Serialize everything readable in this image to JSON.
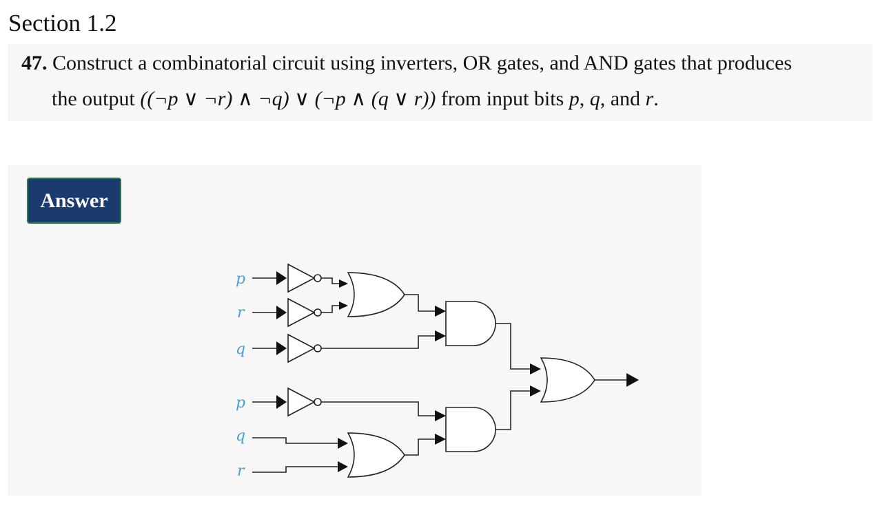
{
  "section": {
    "title": "Section 1.2"
  },
  "problem": {
    "number": "47.",
    "line1_text": "Construct a combinatorial circuit using inverters, OR gates, and AND gates that produces",
    "line2_prefix": "the output ",
    "expression": "((¬p ∨ ¬r) ∧ ¬q)  ∨ (¬p ∧ (q ∨ r))",
    "line2_suffix": " from input bits ",
    "var_p": "p",
    "sep1": ", ",
    "var_q": "q",
    "sep2": ", and ",
    "var_r": "r",
    "end": "."
  },
  "answer": {
    "button_label": "Answer",
    "circuit": {
      "inputs": [
        "p",
        "r",
        "q",
        "p",
        "q",
        "r"
      ],
      "label_color": "#4a9fd6",
      "gates": [
        "inverter",
        "inverter",
        "inverter",
        "inverter",
        "or",
        "and",
        "or",
        "and",
        "or"
      ]
    }
  },
  "colors": {
    "button_bg": "#1b3b6f",
    "button_border": "#2d7a4a",
    "panel_bg": "#f7f7f7"
  }
}
